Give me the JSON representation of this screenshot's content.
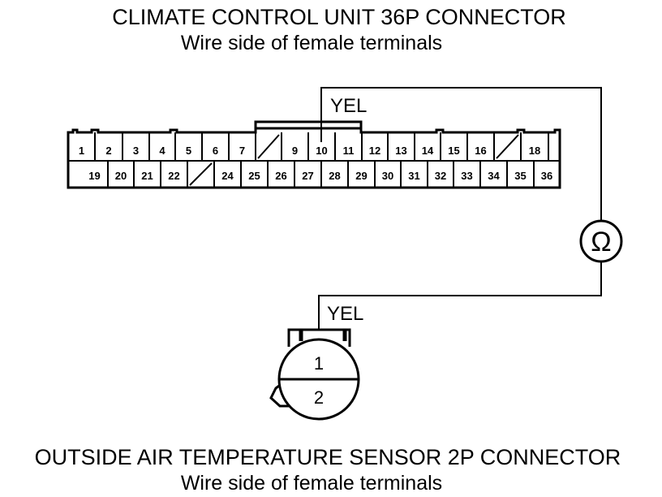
{
  "top_connector": {
    "title": "CLIMATE CONTROL UNIT 36P CONNECTOR",
    "subtitle": "Wire side of female terminals",
    "row1": [
      "1",
      "2",
      "3",
      "4",
      "5",
      "6",
      "7",
      "",
      "9",
      "10",
      "11",
      "12",
      "13",
      "14",
      "15",
      "16",
      "",
      "18"
    ],
    "row2": [
      "19",
      "20",
      "21",
      "22",
      "",
      "24",
      "25",
      "26",
      "27",
      "28",
      "29",
      "30",
      "31",
      "32",
      "33",
      "34",
      "35",
      "36"
    ],
    "wire_color": "YEL"
  },
  "bottom_connector": {
    "title": "OUTSIDE AIR TEMPERATURE SENSOR 2P CONNECTOR",
    "subtitle": "Wire side of female terminals",
    "pin1": "1",
    "pin2": "2",
    "wire_color": "YEL"
  },
  "meter": {
    "symbol": "Ω",
    "icon": "ohmmeter-icon"
  },
  "colors": {
    "ink": "#000000",
    "background": "#ffffff"
  }
}
